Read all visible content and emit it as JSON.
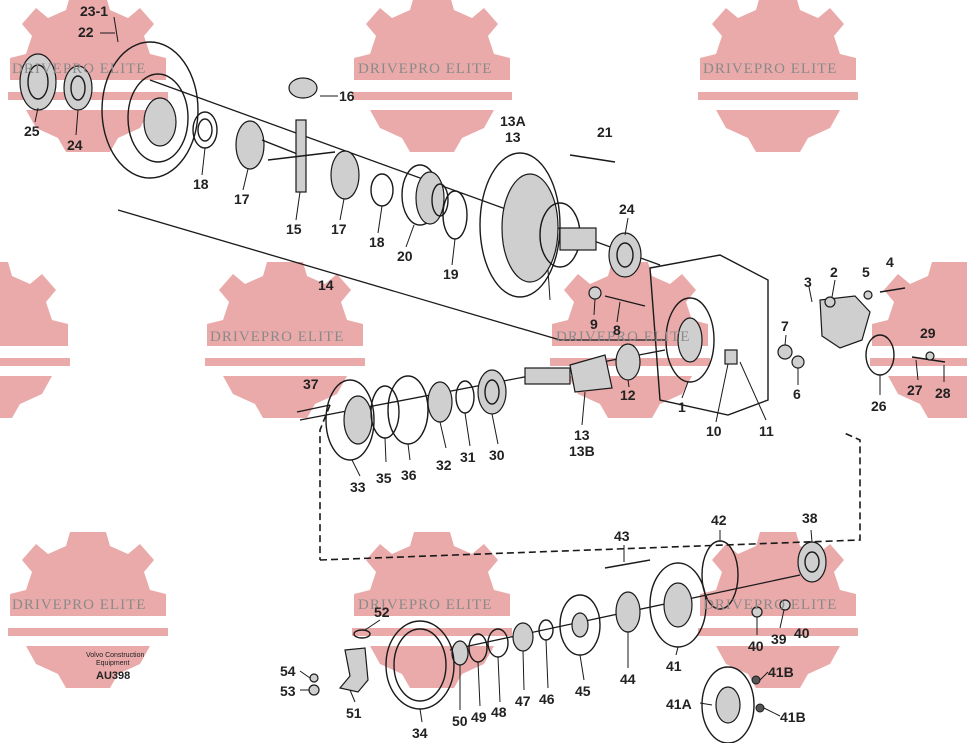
{
  "watermark": {
    "text": "DRIVEPRO ELITE",
    "gear_color": "#e8a1a1"
  },
  "maker_mark": {
    "line1": "Volvo Construction",
    "line2": "Equipment",
    "code": "AU398"
  },
  "labels": [
    {
      "id": "p23-1",
      "text": "23-1"
    },
    {
      "id": "p22",
      "text": "22"
    },
    {
      "id": "p16",
      "text": "16"
    },
    {
      "id": "p25",
      "text": "25"
    },
    {
      "id": "p24a",
      "text": "24"
    },
    {
      "id": "p18a",
      "text": "18"
    },
    {
      "id": "p17a",
      "text": "17"
    },
    {
      "id": "p15",
      "text": "15"
    },
    {
      "id": "p17b",
      "text": "17"
    },
    {
      "id": "p18b",
      "text": "18"
    },
    {
      "id": "p20",
      "text": "20"
    },
    {
      "id": "p19",
      "text": "19"
    },
    {
      "id": "p13A",
      "text": "13A"
    },
    {
      "id": "p13a",
      "text": "13"
    },
    {
      "id": "p21",
      "text": "21"
    },
    {
      "id": "p24b",
      "text": "24"
    },
    {
      "id": "p14",
      "text": "14"
    },
    {
      "id": "p9",
      "text": "9"
    },
    {
      "id": "p8",
      "text": "8"
    },
    {
      "id": "p2",
      "text": "2"
    },
    {
      "id": "p5",
      "text": "5"
    },
    {
      "id": "p4",
      "text": "4"
    },
    {
      "id": "p3",
      "text": "3"
    },
    {
      "id": "p7",
      "text": "7"
    },
    {
      "id": "p29",
      "text": "29"
    },
    {
      "id": "p6",
      "text": "6"
    },
    {
      "id": "p27",
      "text": "27"
    },
    {
      "id": "p28",
      "text": "28"
    },
    {
      "id": "p26",
      "text": "26"
    },
    {
      "id": "p37",
      "text": "37"
    },
    {
      "id": "p12",
      "text": "12"
    },
    {
      "id": "p1",
      "text": "1"
    },
    {
      "id": "p10",
      "text": "10"
    },
    {
      "id": "p11",
      "text": "11"
    },
    {
      "id": "p13b",
      "text": "13"
    },
    {
      "id": "p13B",
      "text": "13B"
    },
    {
      "id": "p32",
      "text": "32"
    },
    {
      "id": "p31",
      "text": "31"
    },
    {
      "id": "p30",
      "text": "30"
    },
    {
      "id": "p36",
      "text": "36"
    },
    {
      "id": "p35",
      "text": "35"
    },
    {
      "id": "p33",
      "text": "33"
    },
    {
      "id": "p42",
      "text": "42"
    },
    {
      "id": "p38",
      "text": "38"
    },
    {
      "id": "p43",
      "text": "43"
    },
    {
      "id": "p52",
      "text": "52"
    },
    {
      "id": "p54",
      "text": "54"
    },
    {
      "id": "p53",
      "text": "53"
    },
    {
      "id": "p51",
      "text": "51"
    },
    {
      "id": "p34",
      "text": "34"
    },
    {
      "id": "p50",
      "text": "50"
    },
    {
      "id": "p49",
      "text": "49"
    },
    {
      "id": "p48",
      "text": "48"
    },
    {
      "id": "p47",
      "text": "47"
    },
    {
      "id": "p46",
      "text": "46"
    },
    {
      "id": "p45",
      "text": "45"
    },
    {
      "id": "p44",
      "text": "44"
    },
    {
      "id": "p41a",
      "text": "41"
    },
    {
      "id": "p40a",
      "text": "40"
    },
    {
      "id": "p39",
      "text": "39"
    },
    {
      "id": "p40b",
      "text": "40"
    },
    {
      "id": "p41B1",
      "text": "41B"
    },
    {
      "id": "p41A",
      "text": "41A"
    },
    {
      "id": "p41B2",
      "text": "41B"
    }
  ]
}
